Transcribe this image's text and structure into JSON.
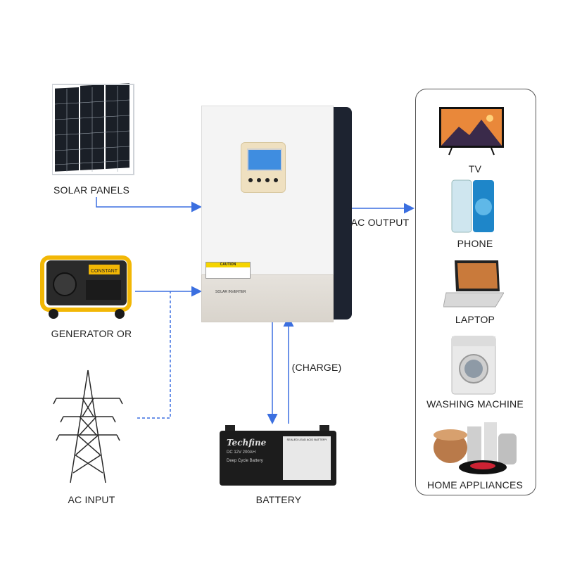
{
  "inputs": {
    "solar": "SOLAR PANELS",
    "generator": "GENERATOR OR",
    "grid": "AC INPUT"
  },
  "inverter": {
    "caution": "CAUTION",
    "brand": "SOLAR INVERTER"
  },
  "output_label": "AC OUTPUT",
  "charge_label": "(CHARGE)",
  "battery": {
    "label": "BATTERY",
    "brand": "Techfine",
    "spec": "DC 12V 200AH",
    "type": "Deep Cycle Battery",
    "header": "SEALED LEAD ACID BATTERY"
  },
  "generator_brand": "CONSTANT",
  "appliances": [
    {
      "name": "TV",
      "icon": "tv-icon"
    },
    {
      "name": "PHONE",
      "icon": "phone-icon"
    },
    {
      "name": "LAPTOP",
      "icon": "laptop-icon"
    },
    {
      "name": "WASHING MACHINE",
      "icon": "washing-machine-icon"
    },
    {
      "name": "HOME APPLIANCES",
      "icon": "home-appliances-icon"
    }
  ],
  "colors": {
    "arrow": "#3b6fe0",
    "inverter_body": "#f4f4f4",
    "inverter_side": "#1d2330",
    "generator_yellow": "#f2b705"
  }
}
